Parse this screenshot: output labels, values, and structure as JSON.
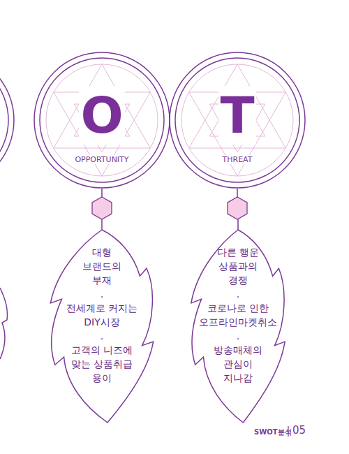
{
  "diagram": {
    "nodes": [
      {
        "text": [
          "O",
          "OPPORTUNITY"
        ]
      },
      {
        "text": [
          "대형 브랜드의 부재",
          ".",
          "전세계로 커지는 DIY시장",
          ".",
          "고객의 니즈에 맞는 상품취급 용이"
        ]
      },
      {
        "text": [
          "T",
          "THREAT"
        ]
      },
      {
        "text": [
          "다른 행운 상품과의 경쟁",
          ".",
          "코로나로 인한 오프라인마켓취소",
          ".",
          "방송매체의 관심이 지나감"
        ]
      }
    ],
    "edges": [
      {
        "from": 0,
        "to": 1,
        "arrow": "none"
      },
      {
        "from": 2,
        "to": 3,
        "arrow": "none"
      }
    ],
    "labels": [
      "SWOT분석",
      "05"
    ]
  }
}
